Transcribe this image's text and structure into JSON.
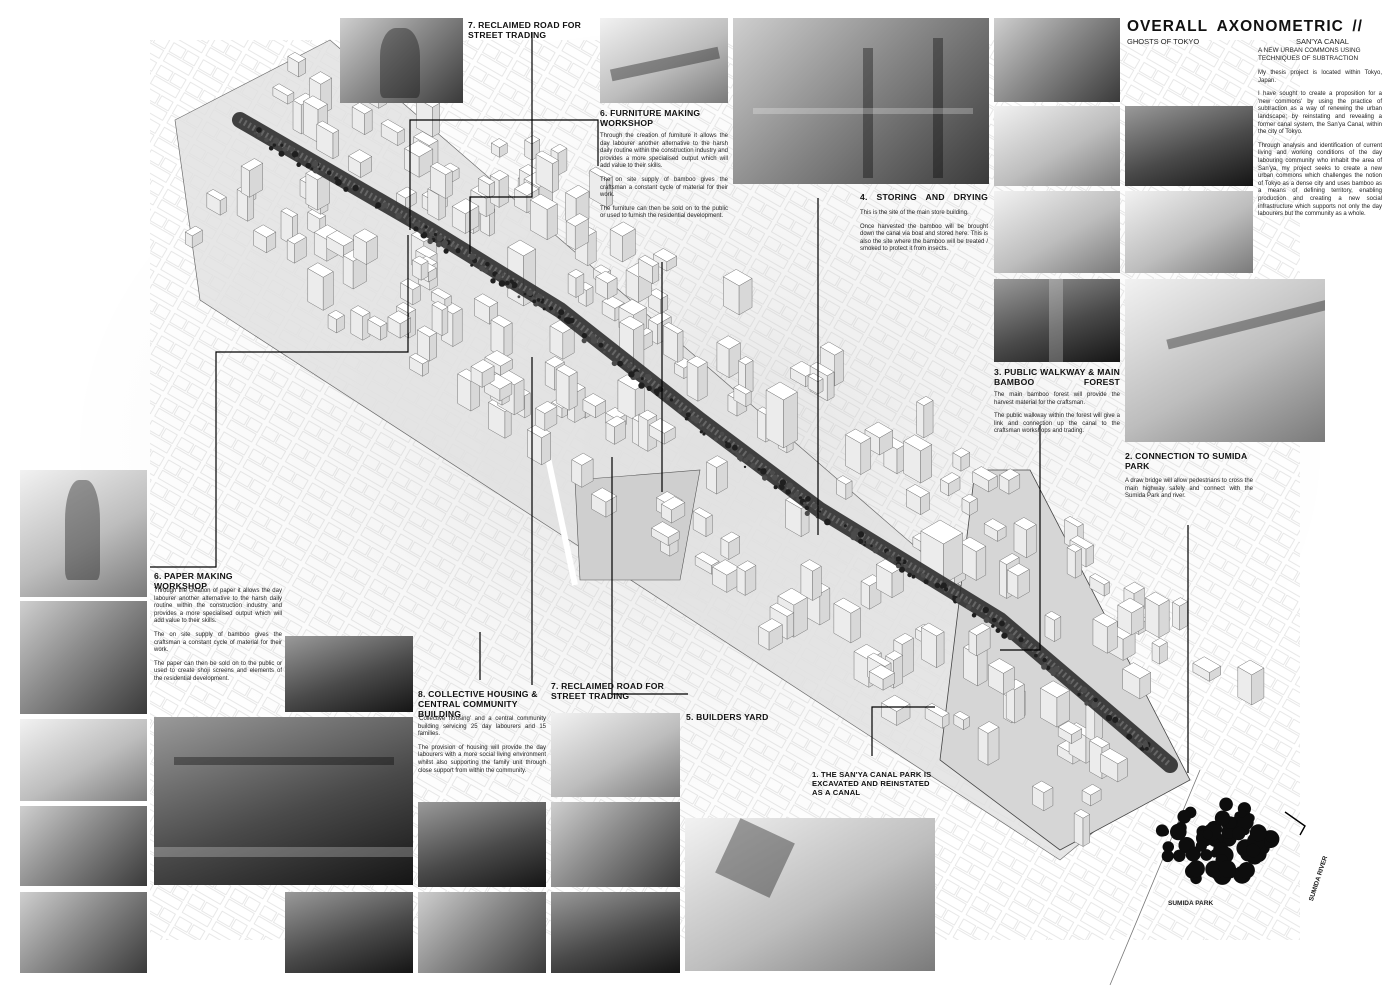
{
  "header": {
    "title_left": "OVERALL",
    "title_right": "AXONOMETRIC",
    "title_mark": "//",
    "subtitle": "GHOSTS OF TOKYO",
    "location": "SAN'YA CANAL",
    "tagline": "A NEW URBAN COMMONS USING TECHNIQUES OF SUBTRACTION"
  },
  "intro": [
    "My thesis project is located within Tokyo, Japan.",
    "I have sought to create a proposition for a 'new commons' by using the practice of subtraction as a way of renewing the urban landscape; by reinstating and revealing a former canal system, the San'ya Canal, within the city of Tokyo.",
    "Through analysis and identification of current living and working conditions of the day labouring community who inhabit the area of San'ya, my project seeks to create a new urban commons which challenges the notion of Tokyo as a dense city and uses bamboo as a means of defining territory, enabling production and creating a new social infrastructure which supports not only the day labourers but the community as a whole."
  ],
  "sections": {
    "road_top": {
      "title": "7. RECLAIMED ROAD FOR STREET TRADING"
    },
    "furniture": {
      "title": "6. FURNITURE MAKING WORKSHOP",
      "paragraphs": [
        "Through the creation of furniture it allows the day labourer another alternative to the harsh daily routine within the construction industry and provides a more specialised output which will add value to their skills.",
        "The on site supply of bamboo gives the craftsman a constant cycle of material for their work.",
        "The furniture can then be sold on to the public or used to furnish the residential development."
      ]
    },
    "storing": {
      "title": "4. STORING AND DRYING",
      "paragraphs": [
        "This is the site of the main store building.",
        "Once harvested the bamboo will be brought down the canal via boat and stored here. This is also the site where the bamboo will be treated / smoked to protect it from insects."
      ]
    },
    "walkway": {
      "title": "3. PUBLIC WALKWAY & MAIN BAMBOO FOREST",
      "paragraphs": [
        "The main bamboo forest will provide the harvest material for the craftsman.",
        "The public walkway within the forest will give a link and connection up the canal to the craftsman workshops and trading."
      ]
    },
    "sumida": {
      "title": "2. CONNECTION TO SUMIDA PARK",
      "paragraphs": [
        "A draw bridge will allow pedestrians to cross the main highway safely and connect with the Sumida Park and river."
      ]
    },
    "paper": {
      "title": "6. PAPER MAKING WORKSHOP",
      "paragraphs": [
        "Through the creation of paper it allows the day labourer another alternative to the harsh daily routine within the construction industry and provides a more specialised output which will add value to their skills.",
        "The on site supply of bamboo gives the craftsman a constant cycle of material for their work.",
        "The paper can then be sold on to the public or used to create shoji screens and elements of the residential development."
      ]
    },
    "housing": {
      "title": "8. COLLECTIVE HOUSING & CENTRAL COMMUNITY BUILDING",
      "paragraphs": [
        "'Collective housing' and a central community building servicing 25 day labourers and 15 families.",
        "The provision of housing will provide the day labourers with a more social living environment whilst also supporting the family unit through close support from within the community."
      ]
    },
    "road_bottom": {
      "title": "7. RECLAIMED ROAD FOR STREET TRADING"
    },
    "builders": {
      "title": "5. BUILDERS YARD"
    },
    "canal_park": {
      "title": "1. THE SAN'YA CANAL PARK IS EXCAVATED AND REINSTATED AS A CANAL"
    }
  },
  "map_labels": {
    "park": "SUMIDA PARK",
    "river": "SUMIDA RIVER"
  },
  "colors": {
    "ink": "#111111",
    "paper": "#ffffff",
    "bamboo": "#3a3a3a"
  }
}
